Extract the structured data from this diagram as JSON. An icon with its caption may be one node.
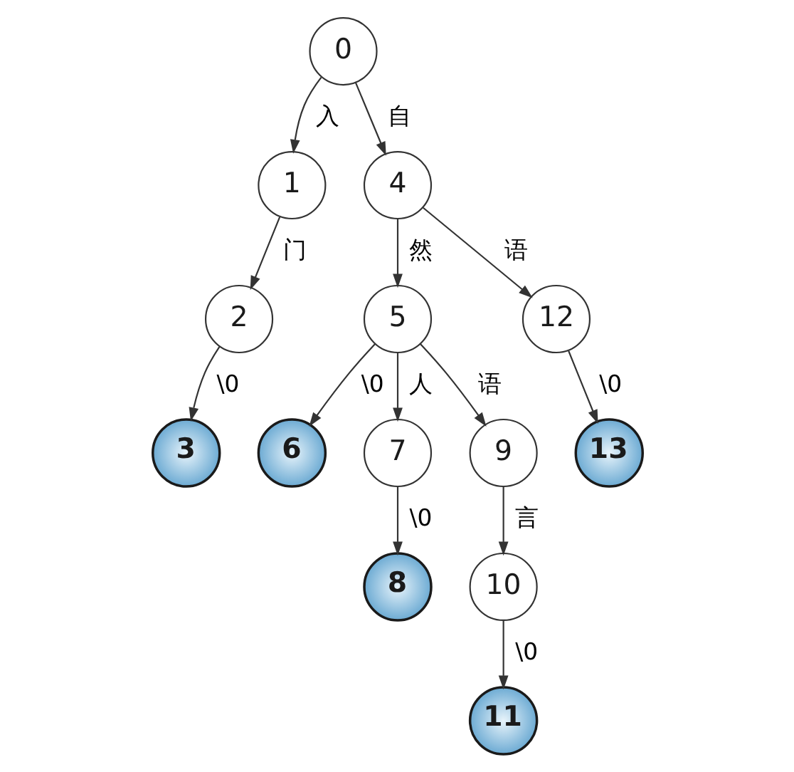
{
  "diagram": {
    "nodes": [
      {
        "text": [
          "0"
        ]
      },
      {
        "text": [
          "1"
        ]
      },
      {
        "text": [
          "4"
        ]
      },
      {
        "text": [
          "2"
        ]
      },
      {
        "text": [
          "5"
        ]
      },
      {
        "text": [
          "12"
        ]
      },
      {
        "text": [
          "3"
        ]
      },
      {
        "text": [
          "6"
        ]
      },
      {
        "text": [
          "7"
        ]
      },
      {
        "text": [
          "9"
        ]
      },
      {
        "text": [
          "13"
        ]
      },
      {
        "text": [
          "8"
        ]
      },
      {
        "text": [
          "10"
        ]
      },
      {
        "text": [
          "11"
        ]
      }
    ],
    "edges": [
      {
        "from": 0,
        "to": 1,
        "arrow": "to",
        "label": "入"
      },
      {
        "from": 0,
        "to": 2,
        "arrow": "to",
        "label": "自"
      },
      {
        "from": 1,
        "to": 3,
        "arrow": "to",
        "label": "门"
      },
      {
        "from": 2,
        "to": 4,
        "arrow": "to",
        "label": "然"
      },
      {
        "from": 2,
        "to": 5,
        "arrow": "to",
        "label": "语"
      },
      {
        "from": 3,
        "to": 6,
        "arrow": "to",
        "label": "\\0"
      },
      {
        "from": 4,
        "to": 7,
        "arrow": "to",
        "label": "\\0"
      },
      {
        "from": 4,
        "to": 8,
        "arrow": "to",
        "label": "人"
      },
      {
        "from": 4,
        "to": 9,
        "arrow": "to",
        "label": "语"
      },
      {
        "from": 5,
        "to": 10,
        "arrow": "to",
        "label": "\\0"
      },
      {
        "from": 8,
        "to": 11,
        "arrow": "to",
        "label": "\\0"
      },
      {
        "from": 9,
        "to": 12,
        "arrow": "to",
        "label": "言"
      },
      {
        "from": 12,
        "to": 13,
        "arrow": "to",
        "label": "\\0"
      }
    ]
  }
}
